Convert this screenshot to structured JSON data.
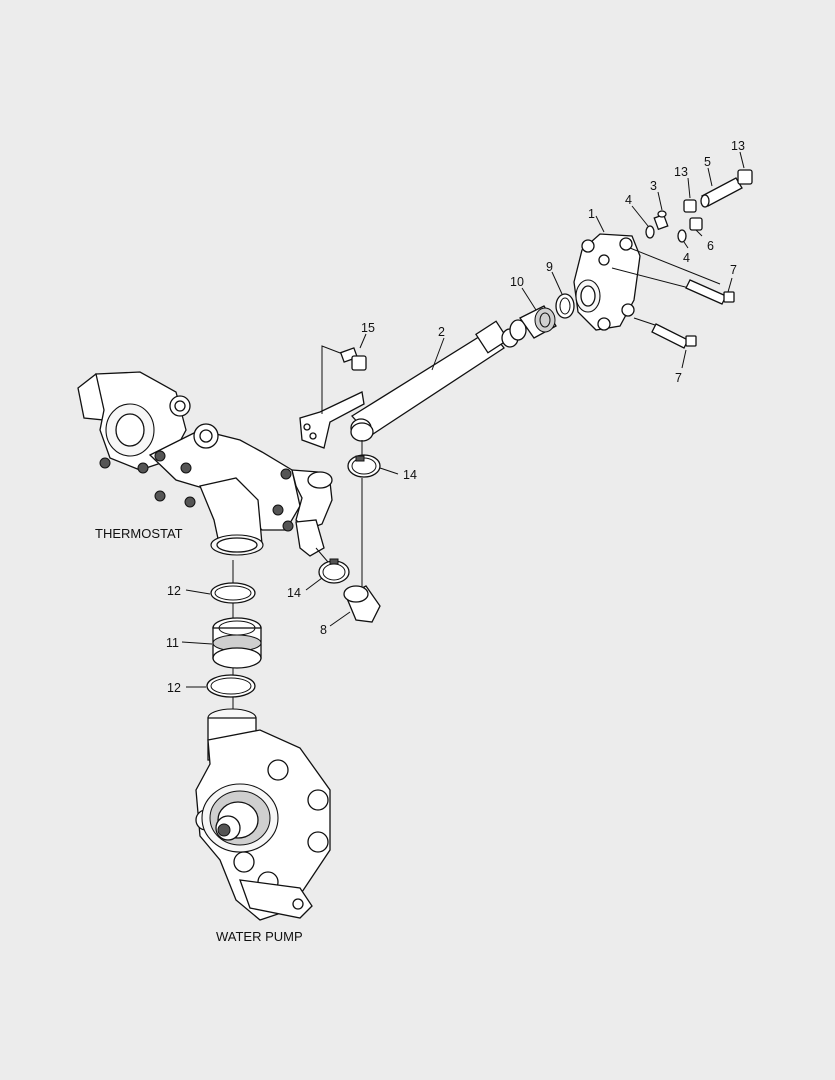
{
  "diagram": {
    "captions": {
      "thermostat": "THERMOSTAT",
      "water_pump": "WATER PUMP"
    },
    "callouts": {
      "c1": "1",
      "c2": "2",
      "c3": "3",
      "c4a": "4",
      "c4b": "4",
      "c5": "5",
      "c6": "6",
      "c7a": "7",
      "c7b": "7",
      "c8": "8",
      "c9": "9",
      "c10": "10",
      "c11": "11",
      "c12a": "12",
      "c12b": "12",
      "c13a": "13",
      "c13b": "13",
      "c14a": "14",
      "c14b": "14",
      "c15": "15"
    }
  }
}
